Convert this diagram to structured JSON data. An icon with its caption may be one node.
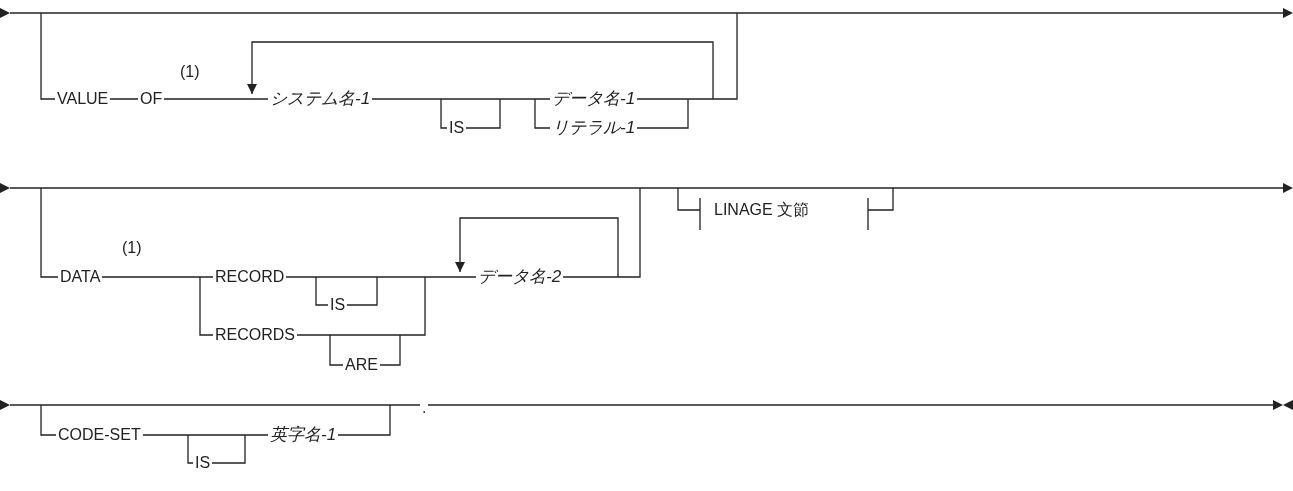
{
  "diagram": {
    "labels": [
      "(1)",
      "VALUE",
      "OF",
      "システム名-1",
      "データ名-1",
      "IS",
      "リテラル-1",
      "(1)",
      "DATA",
      "RECORD",
      "データ名-2",
      "LINAGE 文節",
      "IS",
      "RECORDS",
      "ARE",
      "CODE-SET",
      "英字名-1",
      ".",
      "IS"
    ]
  }
}
